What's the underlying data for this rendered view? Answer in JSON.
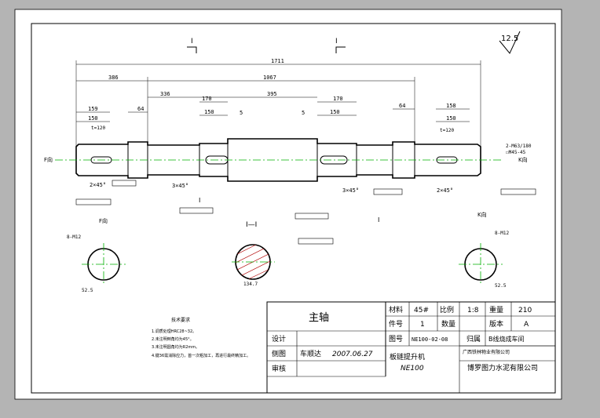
{
  "drawing": {
    "section_marker": "I",
    "section_title": "I—I",
    "roughness_general": "12.5",
    "view_f": "F向",
    "view_k": "K向",
    "dims": {
      "overall": "1711",
      "left_seg": "386",
      "middle_seg": "1067",
      "d336": "336",
      "d170a": "170",
      "d150a": "150",
      "d395": "395",
      "d5a": "5",
      "d5b": "5",
      "d170b": "170",
      "d150b": "150",
      "d159": "159",
      "d150c": "150",
      "d64a": "64",
      "d64b": "64",
      "d158": "158",
      "d150d": "150",
      "t120a": "t=120",
      "t120b": "t=120",
      "chamfer1": "2×45°",
      "chamfer2": "3×45°",
      "chamfer3": "3×45°",
      "chamfer4": "2×45°",
      "holes": "2-M63/180",
      "holes2": "☐M45-45",
      "section_w": "134.7",
      "f_w": "52.5",
      "k_w": "52.5",
      "f_key": "8-M12",
      "k_key": "8-M12"
    }
  },
  "tech": {
    "title": "技术要求",
    "items": [
      "1.调质处理HRC28~32。",
      "2.未注明倒角均为45°。",
      "3.未注明圆角均为R2mm。",
      "4.键36需消除应力，首一次粗加工，再进行最终精加工。"
    ]
  },
  "titleblock": {
    "part_name": "主轴",
    "material_label": "材料",
    "material_value": "45#",
    "scale_label": "比例",
    "scale_value": "1:8",
    "weight_label": "重量",
    "weight_value": "210",
    "part_no_label": "件号",
    "part_no_value": "1",
    "qty_label": "数量",
    "version_label": "版本",
    "version_value": "A",
    "design_label": "设计",
    "drawing_no_label": "图号",
    "drawing_no_value": "NE100-02-08",
    "belongs_label": "归属",
    "belongs_value": "B线烧成车间",
    "draw_label": "侧图",
    "drafter": "车顺达",
    "date": "2007.06.27",
    "product_name": "板链提升机",
    "product_model": "NE100",
    "review_label": "审核",
    "maker": "广西铁林物业有限公司",
    "company": "博罗图力水泥有限公司"
  }
}
